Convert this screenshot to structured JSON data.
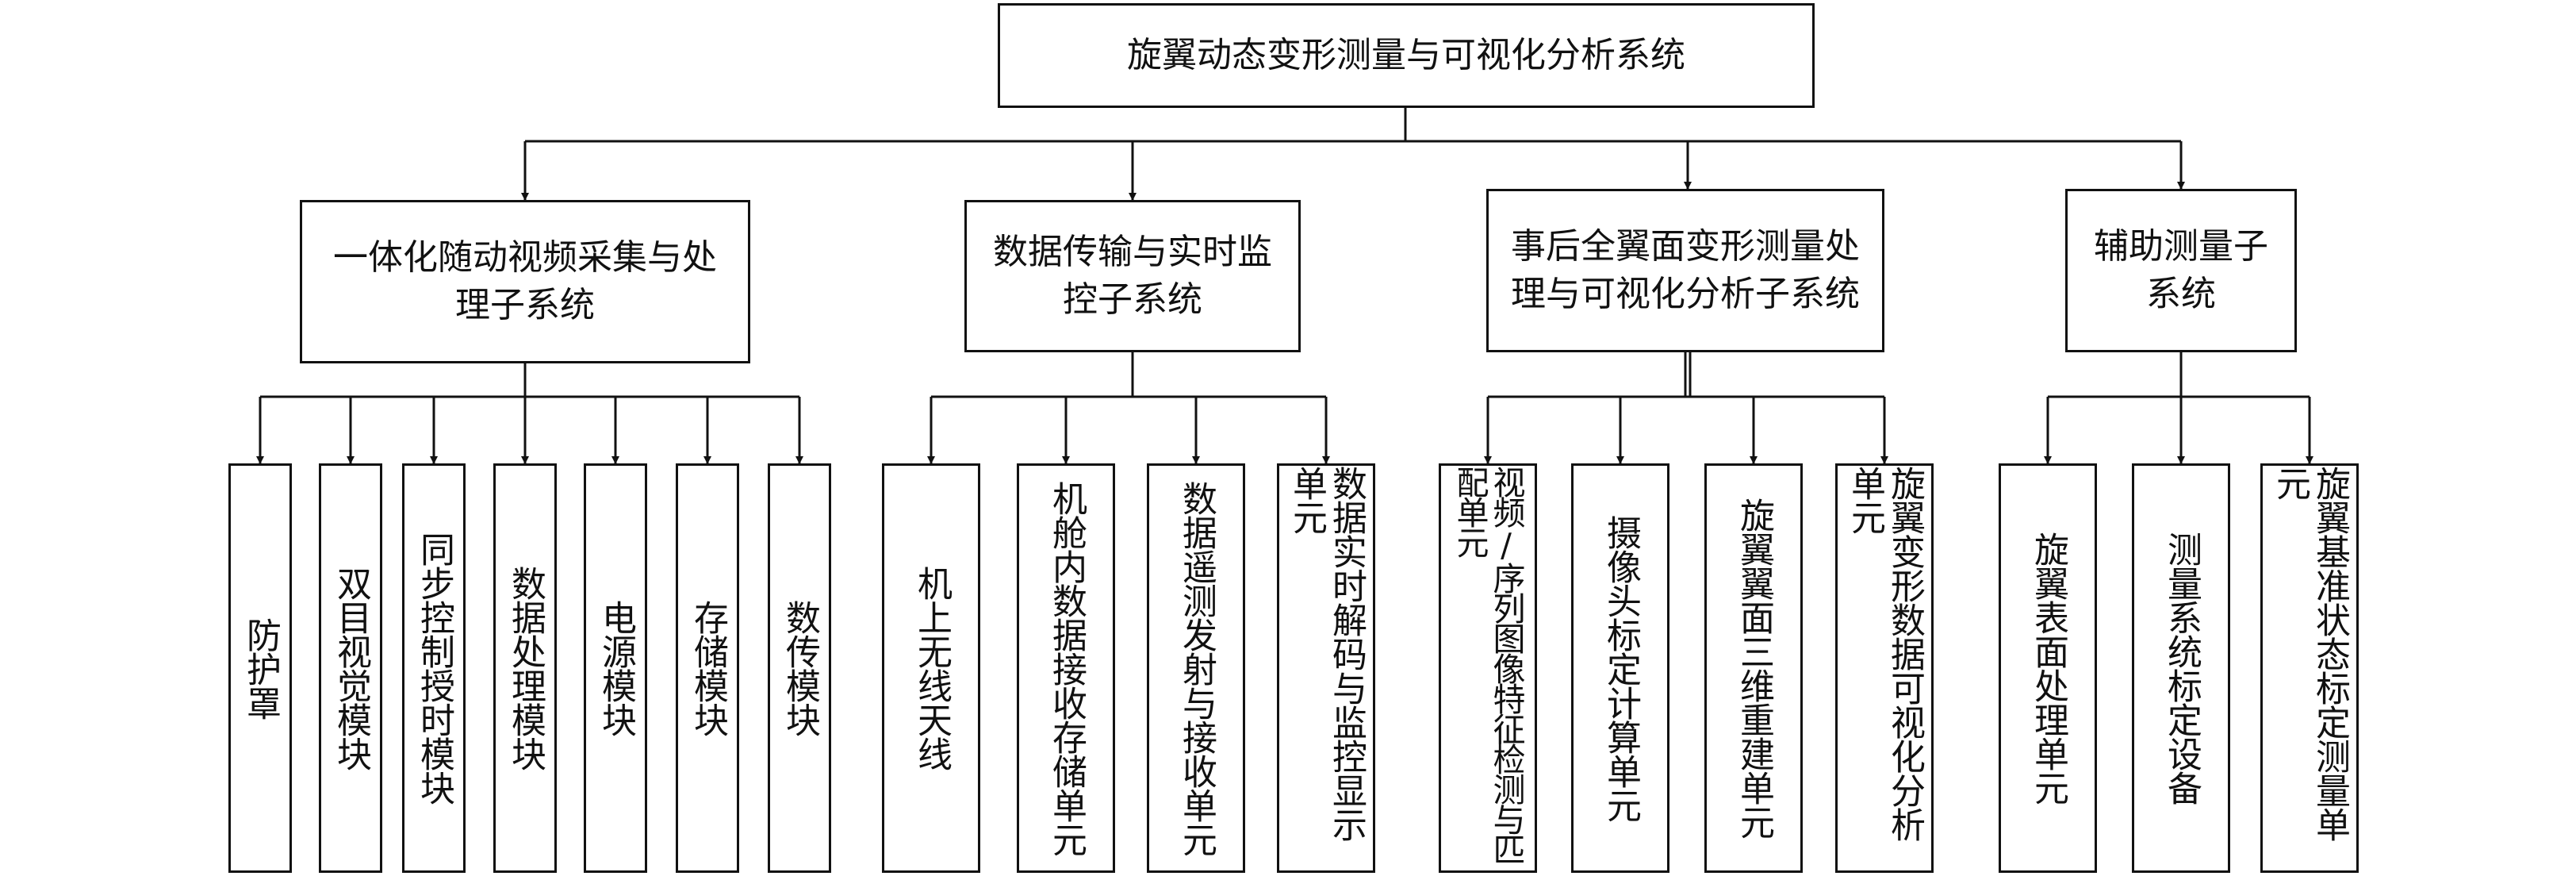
{
  "title": "旋翼动态变形测量与可视化分析系统",
  "subsystems": [
    {
      "label": "一体化随动视频采集与处理子系统",
      "modules": [
        "防护罩",
        "双目视觉模块",
        "同步控制授时模块",
        "数据处理模块",
        "电源模块",
        "存储模块",
        "数传模块"
      ]
    },
    {
      "label": "数据传输与实时监控子系统",
      "modules": [
        "机上无线天线",
        "机舱内数据接收存储单元",
        "数据遥测发射与接收单元",
        "数据实时解码与监控显示单元"
      ]
    },
    {
      "label": "事后全翼面变形测量处理与可视化分析子系统",
      "modules": [
        "视频/序列图像特征检测与匹配单元",
        "摄像头标定计算单元",
        "旋翼翼面三维重建单元",
        "旋翼变形数据可视化分析单元"
      ]
    },
    {
      "label": "辅助测量子系统",
      "modules": [
        "旋翼表面处理单元",
        "测量系统标定设备",
        "旋翼基准状态标定测量单元"
      ]
    }
  ]
}
